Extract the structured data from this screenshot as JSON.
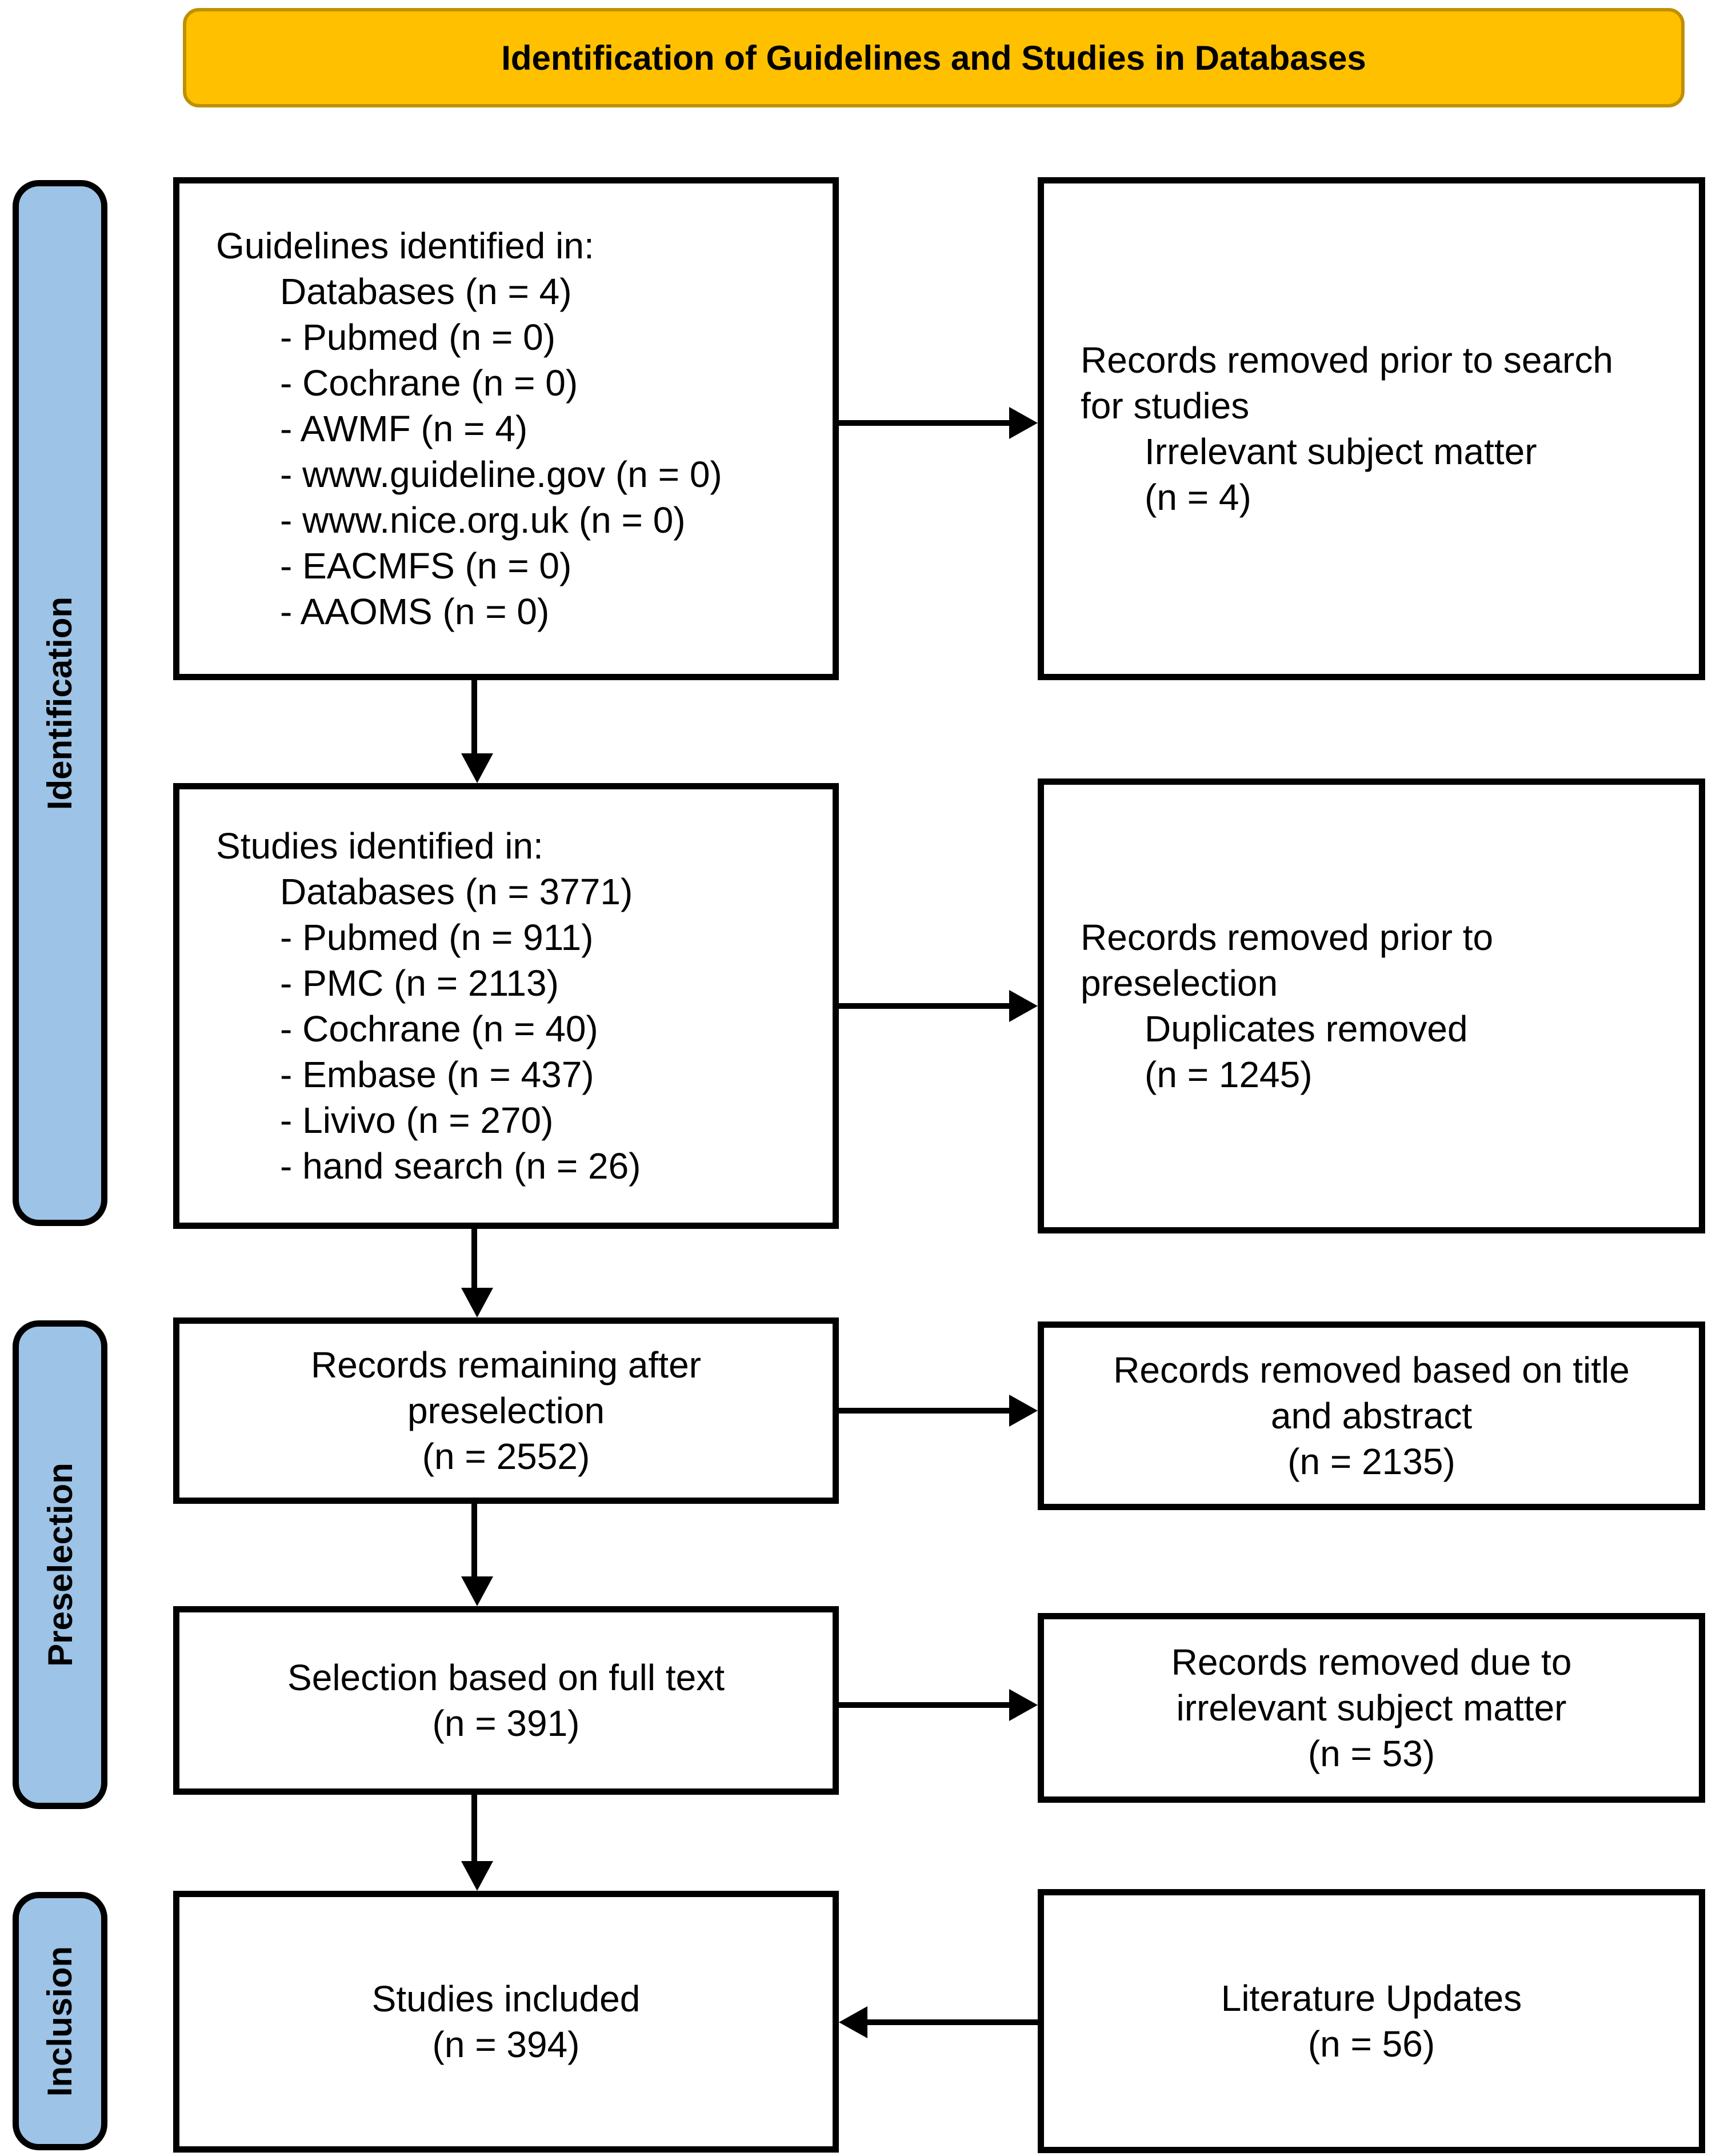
{
  "banner": {
    "title": "Identification of Guidelines and Studies in Databases"
  },
  "stages": {
    "identification": "Identification",
    "preselection": "Preselection",
    "inclusion": "Inclusion"
  },
  "boxes": {
    "guidelines_identified": {
      "lines": [
        "Guidelines identified in:",
        "Databases (n = 4)",
        "- Pubmed (n = 0)",
        "- Cochrane (n = 0)",
        "- AWMF (n = 4)",
        "- www.guideline.gov (n = 0)",
        "- www.nice.org.uk (n = 0)",
        "- EACMFS (n = 0)",
        "- AAOMS (n = 0)"
      ]
    },
    "records_removed_prior_search": {
      "lines": [
        "Records removed prior to search",
        "for studies",
        "Irrelevant subject matter",
        "(n = 4)"
      ]
    },
    "studies_identified": {
      "lines": [
        "Studies identified in:",
        "Databases (n = 3771)",
        "- Pubmed (n = 911)",
        "- PMC (n = 2113)",
        "- Cochrane (n = 40)",
        "- Embase (n = 437)",
        "- Livivo (n = 270)",
        "- hand search (n = 26)"
      ]
    },
    "records_removed_prior_preselection": {
      "lines": [
        "Records removed prior to",
        "preselection",
        "Duplicates removed",
        "(n = 1245)"
      ]
    },
    "records_remaining": {
      "lines": [
        "Records remaining after",
        "preselection",
        "(n = 2552)"
      ]
    },
    "records_removed_title_abstract": {
      "lines": [
        "Records removed based on title",
        "and abstract",
        "(n = 2135)"
      ]
    },
    "selection_full_text": {
      "lines": [
        "Selection based on full text",
        "(n = 391)"
      ]
    },
    "records_removed_irrelevant": {
      "lines": [
        "Records removed due to",
        "irrelevant subject matter",
        "(n = 53)"
      ]
    },
    "studies_included": {
      "lines": [
        "Studies included",
        "(n = 394)"
      ]
    },
    "literature_updates": {
      "lines": [
        "Literature Updates",
        "(n = 56)"
      ]
    }
  },
  "colors": {
    "banner_fill": "#FFC000",
    "banner_border": "#BF9000",
    "stage_fill": "#9DC3E6",
    "box_fill": "#FFFFFF",
    "line": "#000000"
  }
}
